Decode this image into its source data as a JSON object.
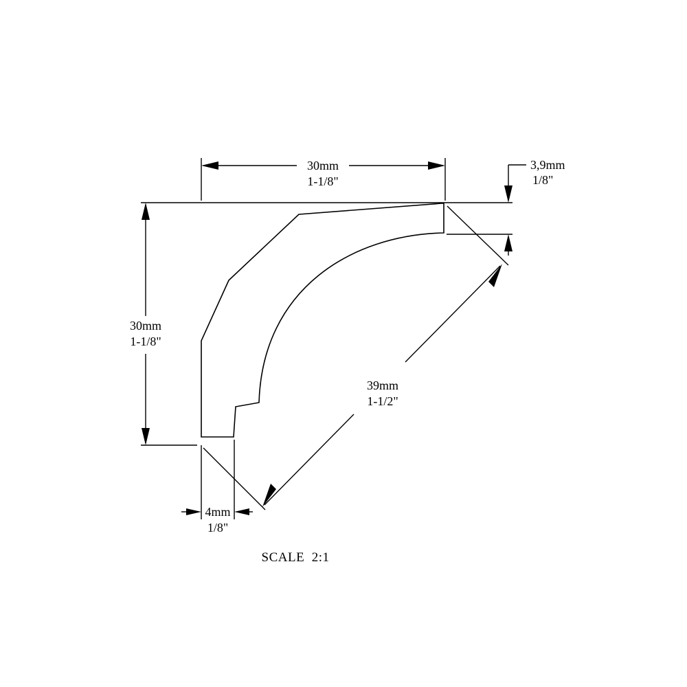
{
  "dimensions": {
    "top_width": {
      "mm": "30mm",
      "inch": "1-1/8\""
    },
    "top_thickness": {
      "mm": "3,9mm",
      "inch": "1/8\""
    },
    "height": {
      "mm": "30mm",
      "inch": "1-1/8\""
    },
    "diagonal": {
      "mm": "39mm",
      "inch": "1-1/2\""
    },
    "bottom_thickness": {
      "mm": "4mm",
      "inch": "1/8\""
    }
  },
  "scale_label": "SCALE  2:1"
}
